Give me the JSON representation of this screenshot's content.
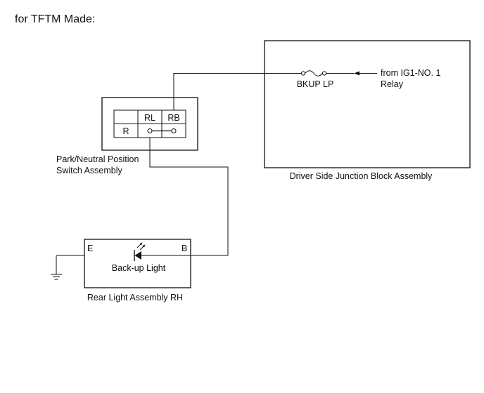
{
  "heading": "for TFTM Made:",
  "components": {
    "junction_block": {
      "name": "Driver Side Junction Block Assembly",
      "fuse_label": "BKUP LP",
      "source_line1": "from IG1-NO. 1",
      "source_line2": "Relay"
    },
    "pnp_switch": {
      "name_line1": "Park/Neutral Position",
      "name_line2": "Switch Assembly",
      "col_rl": "RL",
      "col_rb": "RB",
      "row_r": "R"
    },
    "rear_light": {
      "name": "Rear Light Assembly RH",
      "lamp_label": "Back-up Light",
      "terminal_e": "E",
      "terminal_b": "B"
    }
  },
  "icons": {
    "ground": "ground-symbol-icon",
    "fuse": "fuse-icon",
    "led": "led-icon",
    "arrow": "arrow-left-icon"
  }
}
